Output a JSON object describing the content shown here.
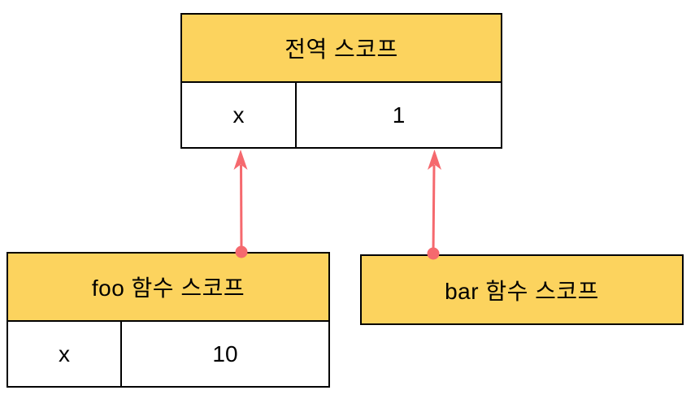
{
  "colors": {
    "box_fill": "#FCD35E",
    "box_border": "#000000",
    "arrow": "#F5696E",
    "text": "#000000",
    "background": "#FFFFFF"
  },
  "diagram": {
    "global_scope": {
      "title": "전역 스코프",
      "variables": [
        {
          "name": "x",
          "value": "1"
        }
      ]
    },
    "foo_scope": {
      "title": "foo 함수 스코프",
      "variables": [
        {
          "name": "x",
          "value": "10"
        }
      ]
    },
    "bar_scope": {
      "title": "bar 함수 스코프"
    },
    "arrows": [
      {
        "from": "foo_scope",
        "to": "global_scope"
      },
      {
        "from": "bar_scope",
        "to": "global_scope"
      }
    ]
  }
}
